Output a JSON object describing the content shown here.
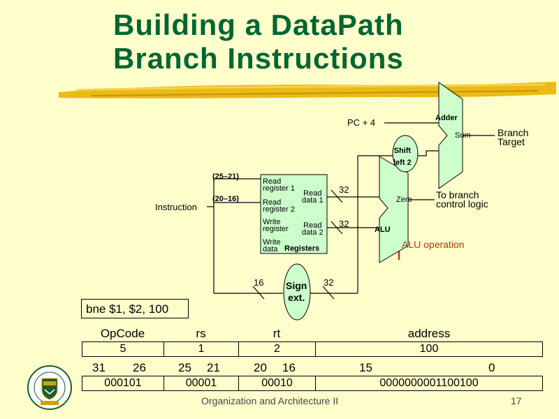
{
  "title": {
    "line1": "Building a DataPath",
    "line2": "Branch Instructions"
  },
  "colors": {
    "title": "#006633",
    "background": "#ffffcc",
    "unit_fill": "#ccffcc",
    "alu_operation": "#cc3300",
    "brush": "#e8b400"
  },
  "diagram": {
    "pc_plus_4": "PC + 4",
    "adder": "Adder",
    "sum": "Sum",
    "branch_target": [
      "Branch",
      "Target"
    ],
    "shift_left": [
      "Shift",
      "left 2"
    ],
    "bits_25_21": "(25–21)",
    "bits_20_16": "(20–16)",
    "instruction": "Instruction",
    "registers": {
      "read_register_1": [
        "Read",
        "register 1"
      ],
      "read_register_2": [
        "Read",
        "register 2"
      ],
      "write_register": [
        "Write",
        "register"
      ],
      "write_data": [
        "Write",
        "data"
      ],
      "read_data_1": [
        "Read",
        "data 1"
      ],
      "read_data_2": [
        "Read",
        "data 2"
      ],
      "name": "Registers"
    },
    "width_32_a": "32",
    "width_32_b": "32",
    "width_32_c": "32",
    "width_16": "16",
    "alu": "ALU",
    "zero": "Zero",
    "to_branch": [
      "To branch",
      "control logic"
    ],
    "alu_operation": "ALU operation",
    "sign_ext": [
      "Sign",
      "ext."
    ]
  },
  "instruction_text": "bne $1, $2, 100",
  "format": {
    "headers": [
      "OpCode",
      "rs",
      "rt",
      "address"
    ],
    "values": [
      "5",
      "1",
      "2",
      "100"
    ],
    "bit_positions": [
      [
        "31",
        "26"
      ],
      [
        "25",
        "21"
      ],
      [
        "20",
        "16"
      ],
      [
        "15",
        "0"
      ]
    ],
    "binary": [
      "000101",
      "00001",
      "00010",
      "0000000001100100"
    ]
  },
  "footer": {
    "course": "Organization and Architecture II",
    "page": "17"
  }
}
